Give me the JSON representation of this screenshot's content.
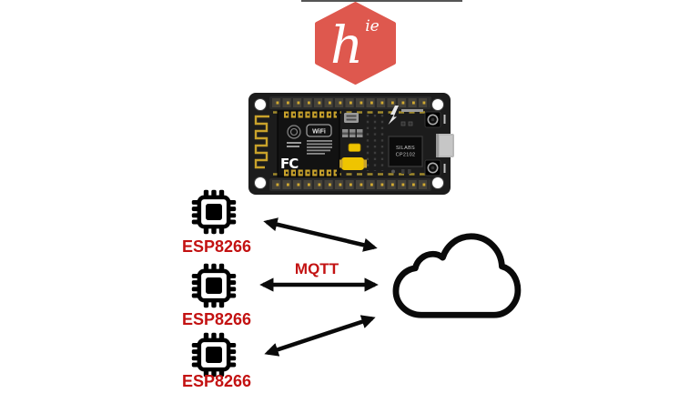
{
  "logo": {
    "main": "h",
    "sup": "ie",
    "color": "#DE584E"
  },
  "board": {
    "wifi_badge": "WiFi",
    "fcc_mark": "FC",
    "silabs_line1": "SILABS",
    "silabs_line2": "CP2102"
  },
  "devices": [
    {
      "label": "ESP8266"
    },
    {
      "label": "ESP8266"
    },
    {
      "label": "ESP8266"
    }
  ],
  "protocol": {
    "label": "MQTT"
  },
  "icons": {
    "chip": "microchip-icon",
    "cloud": "cloud-icon",
    "logo": "hexagon-logo-icon"
  },
  "colors": {
    "label_red": "#C31212",
    "logo_red": "#DE584E",
    "arrow_black": "#0A0A0A",
    "pcb_black": "#1C1C1C",
    "gold": "#C9A22B",
    "led_yellow": "#EFC400"
  }
}
